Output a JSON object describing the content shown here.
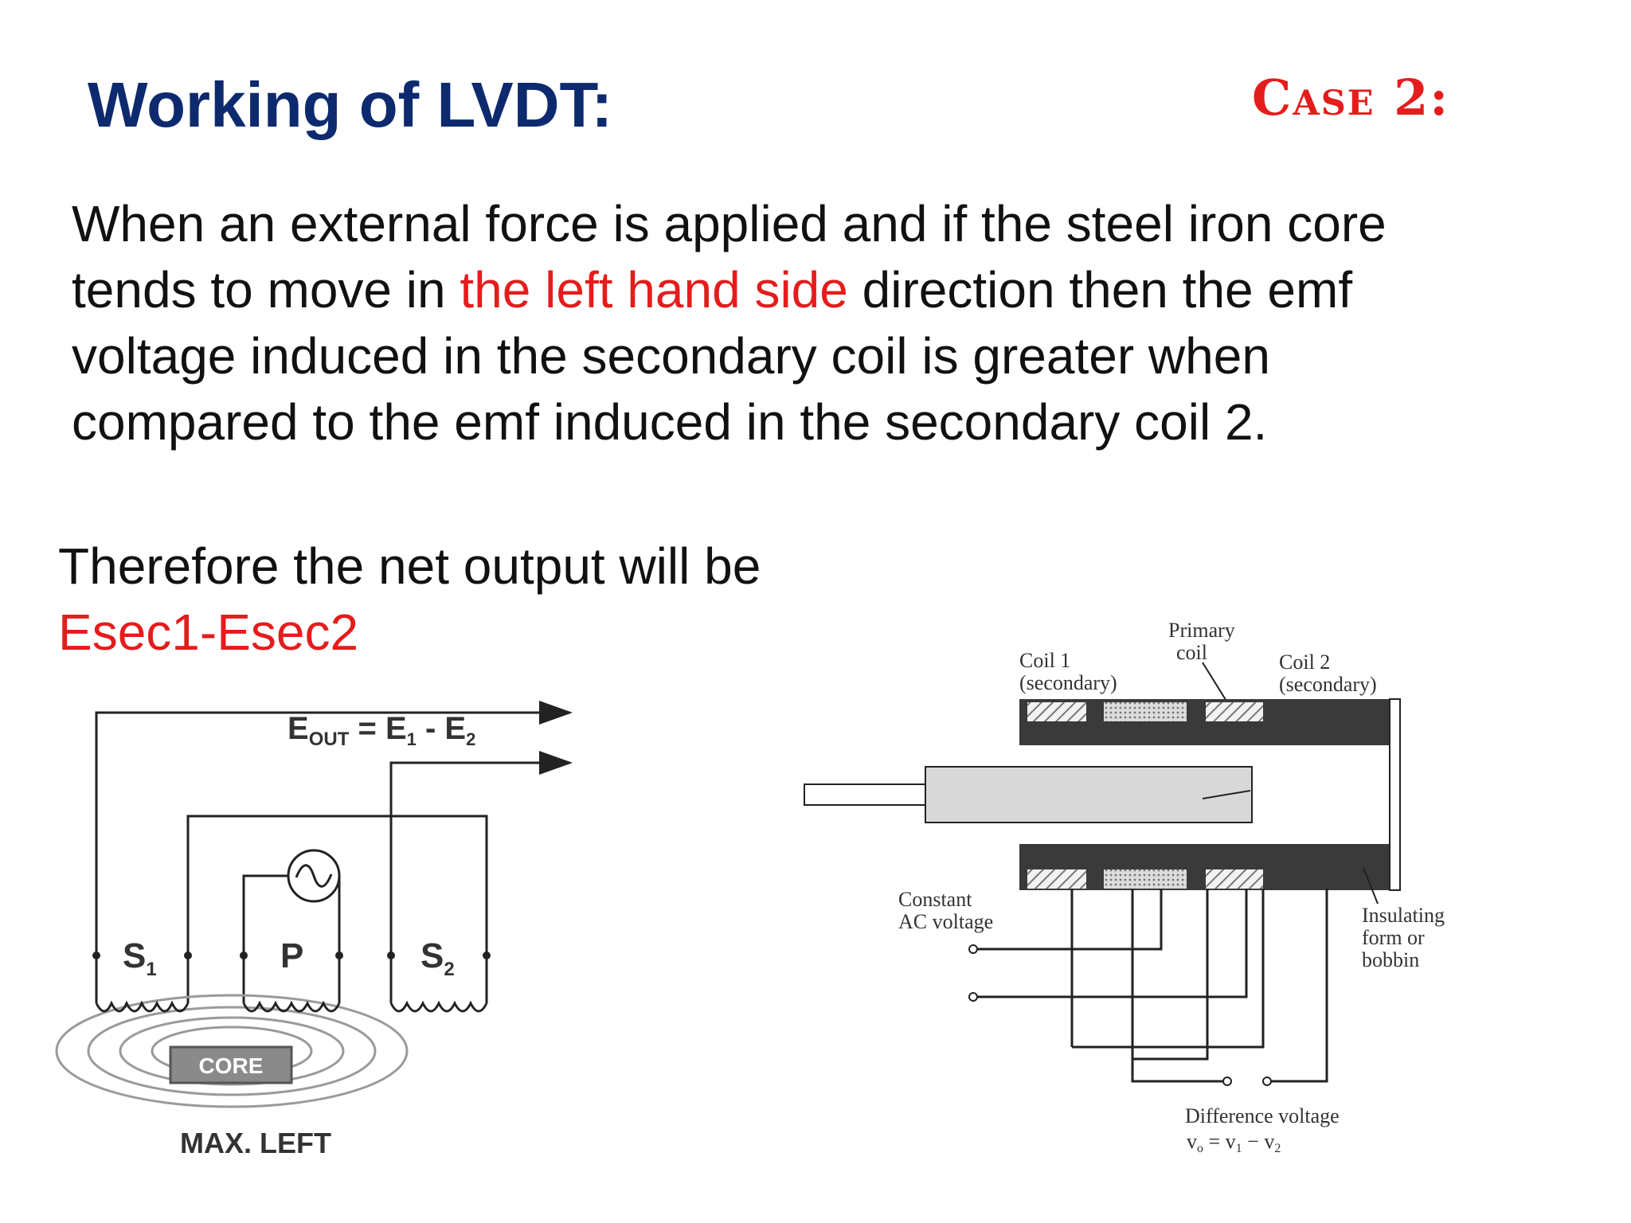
{
  "slide": {
    "title": "Working of LVDT:",
    "case_label": "Case 2:",
    "paragraph": {
      "before": "When an external force is applied and if the steel iron core tends to move in ",
      "highlight": "the left hand side",
      "after": " direction then the emf voltage induced in the secondary coil is greater when compared to the emf induced in the secondary coil 2."
    },
    "conclusion": {
      "text": "Therefore the net output will be",
      "formula": "Esec1-Esec2"
    }
  },
  "left_diagram": {
    "eout_label": "E",
    "eout_sub": "OUT",
    "eout_eq": " = E",
    "eout_sub1": "1",
    "eout_minus": " - E",
    "eout_sub2": "2",
    "s1_label": "S",
    "s1_sub": "1",
    "p_label": "P",
    "s2_label": "S",
    "s2_sub": "2",
    "core_label": "CORE",
    "position_label": "MAX. LEFT"
  },
  "right_diagram": {
    "primary_coil_line1": "Primary",
    "primary_coil_line2": "coil",
    "coil1_line1": "Coil 1",
    "coil1_line2": "(secondary)",
    "coil2_line1": "Coil 2",
    "coil2_line2": "(secondary)",
    "ac_line1": "Constant",
    "ac_line2": "AC voltage",
    "bobbin_line1": "Insulating",
    "bobbin_line2": "form or",
    "bobbin_line3": "bobbin",
    "diff_label": "Difference voltage",
    "diff_v0": "v",
    "diff_v0_sub": "o",
    "diff_eq": " = v",
    "diff_v1_sub": "1",
    "diff_minus": " − v",
    "diff_v2_sub": "2"
  },
  "colors": {
    "title": "#0d2a6e",
    "accent_red": "#e51c1c",
    "body_text": "#111111",
    "core_gray": "#8a8a8a",
    "bobbin_dark": "#3a3a3a"
  }
}
